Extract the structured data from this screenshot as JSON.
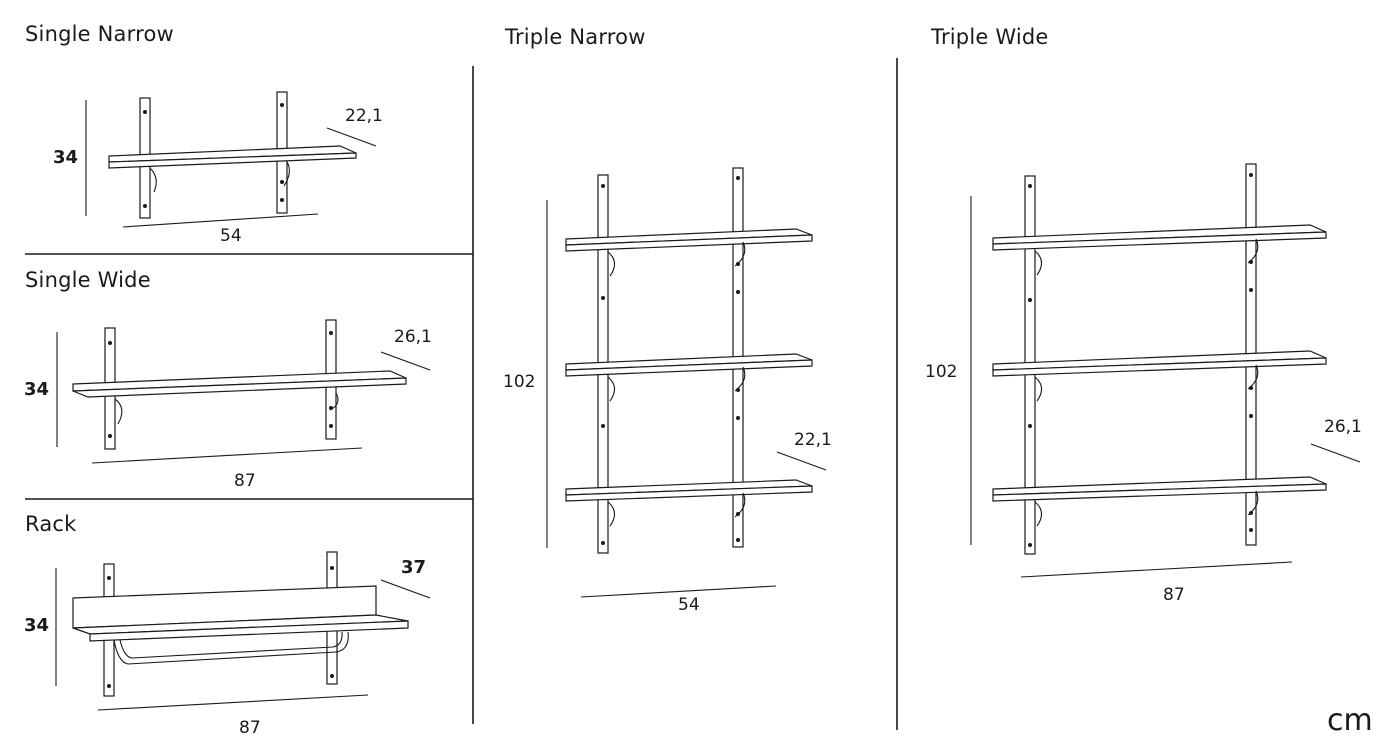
{
  "panels": {
    "single_narrow": {
      "title": "Single Narrow",
      "height": "34",
      "depth": "22,1",
      "width": "54"
    },
    "single_wide": {
      "title": "Single Wide",
      "height": "34",
      "depth": "26,1",
      "width": "87"
    },
    "rack": {
      "title": "Rack",
      "height": "34",
      "depth": "37",
      "width": "87"
    },
    "triple_narrow": {
      "title": "Triple Narrow",
      "height": "102",
      "depth": "22,1",
      "width": "54"
    },
    "triple_wide": {
      "title": "Triple Wide",
      "height": "102",
      "depth": "26,1",
      "width": "87"
    }
  },
  "unit": "cm"
}
